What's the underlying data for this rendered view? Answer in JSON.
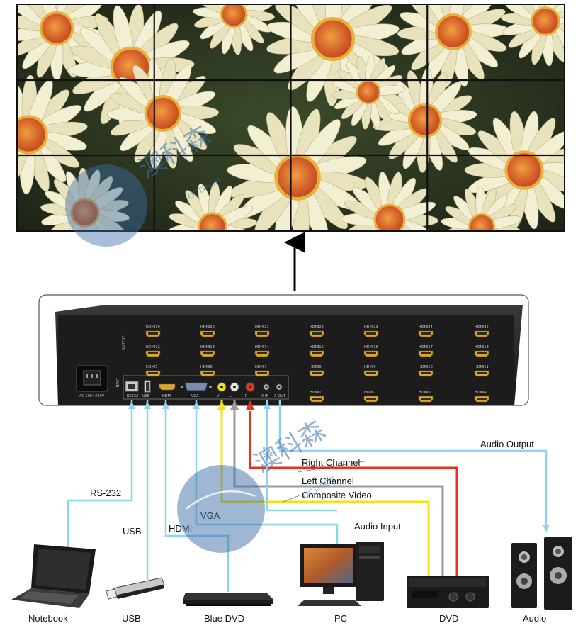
{
  "video_wall": {
    "rows": 3,
    "cols": 4
  },
  "processor": {
    "output_group_label": "OUTPUT",
    "input_group_label": "INPUT",
    "output_ports": [
      [
        "HDMI19",
        "HDMI20",
        "HDMI21",
        "HDMI22",
        "HDMI23",
        "HDMI24",
        "HDMI25"
      ],
      [
        "HDMI12",
        "HDMI13",
        "HDMI14",
        "HDMI15",
        "HDMI16",
        "HDMI17",
        "HDMI18"
      ],
      [
        "HDMI5",
        "HDMI6",
        "HDMI7",
        "HDMI8",
        "HDMI9",
        "HDMI10",
        "HDMI11"
      ],
      [
        "HDMI1",
        "HDMI2",
        "HDMI3",
        "HDMI4"
      ]
    ],
    "input_ports": [
      "RS232",
      "USB",
      "HDMI",
      "VGA",
      "V",
      "L",
      "R",
      "A-IN",
      "A-OUT"
    ],
    "power_label": "AC 100~240V"
  },
  "labels": {
    "audio_output": "Audio Output",
    "right_channel": "Right Channel",
    "left_channel": "Left Channel",
    "composite_video": "Composite Video",
    "rs232": "RS-232",
    "usb_cable": "USB",
    "hdmi": "HDMI",
    "vga": "VGA",
    "audio_input": "Audio Input"
  },
  "devices": {
    "notebook": "Notebook",
    "usb": "USB",
    "blue_dvd": "Blue DVD",
    "pc": "PC",
    "dvd": "DVD",
    "audio": "Audio"
  },
  "watermark": {
    "chinese": "澳科森",
    "latin": "OCTHION"
  },
  "colors": {
    "cable_blue": "#8fd3f0",
    "cable_yellow": "#f5e11a",
    "cable_gray": "#9a9a9a",
    "cable_red": "#e8321e",
    "watermark": "#3f6fa8"
  }
}
